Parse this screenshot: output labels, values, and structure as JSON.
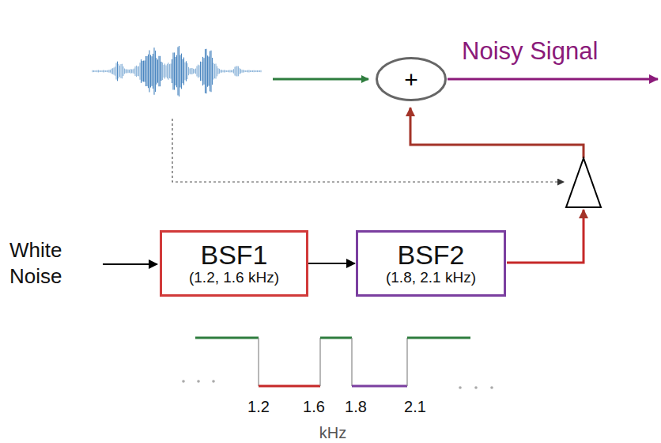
{
  "diagram": {
    "nodes": [
      {
        "text": [
          "+"
        ]
      },
      {
        "text": [
          "BSF1",
          "(1.2, 1.6 kHz)"
        ]
      },
      {
        "text": [
          "BSF2",
          "(1.8, 2.1 kHz)"
        ]
      }
    ],
    "edges": [
      {
        "from": 1,
        "to": 2,
        "arrow": "to"
      }
    ],
    "labels": [
      "Noisy Signal",
      "White Noise",
      "1.2",
      "1.6",
      "1.8",
      "2.1",
      "kHz"
    ]
  }
}
